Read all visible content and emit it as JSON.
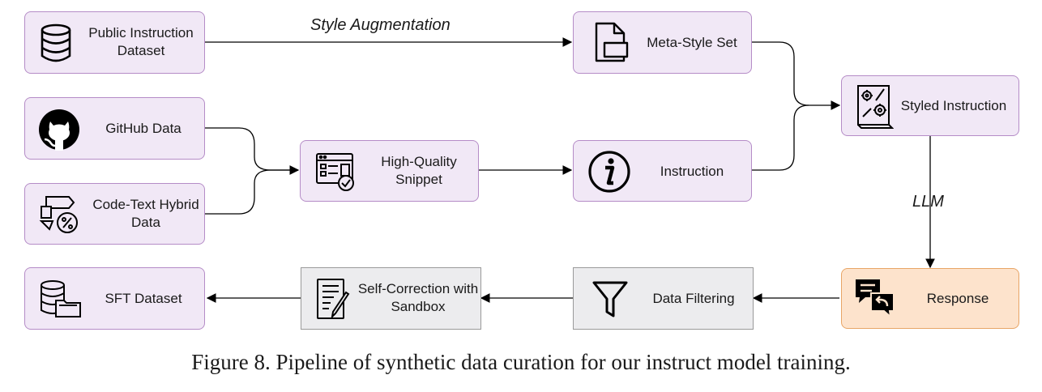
{
  "nodes": {
    "public_dataset": "Public Instruction Dataset",
    "meta_style": "Meta-Style Set",
    "github": "GitHub Data",
    "code_text": "Code-Text Hybrid Data",
    "snippet": "High-Quality Snippet",
    "instruction": "Instruction",
    "styled": "Styled Instruction",
    "response": "Response",
    "filtering": "Data Filtering",
    "self_correction": "Self-Correction with Sandbox",
    "sft": "SFT Dataset"
  },
  "edge_labels": {
    "style_aug": "Style Augmentation",
    "llm": "LLM"
  },
  "caption": "Figure 8. Pipeline of synthetic data curation for our instruct model training.",
  "colors": {
    "node_fill": "#f1e8f6",
    "node_border": "#b58cc7",
    "response_fill": "#fde3cc",
    "response_border": "#e8a566",
    "process_fill": "#ececee"
  }
}
